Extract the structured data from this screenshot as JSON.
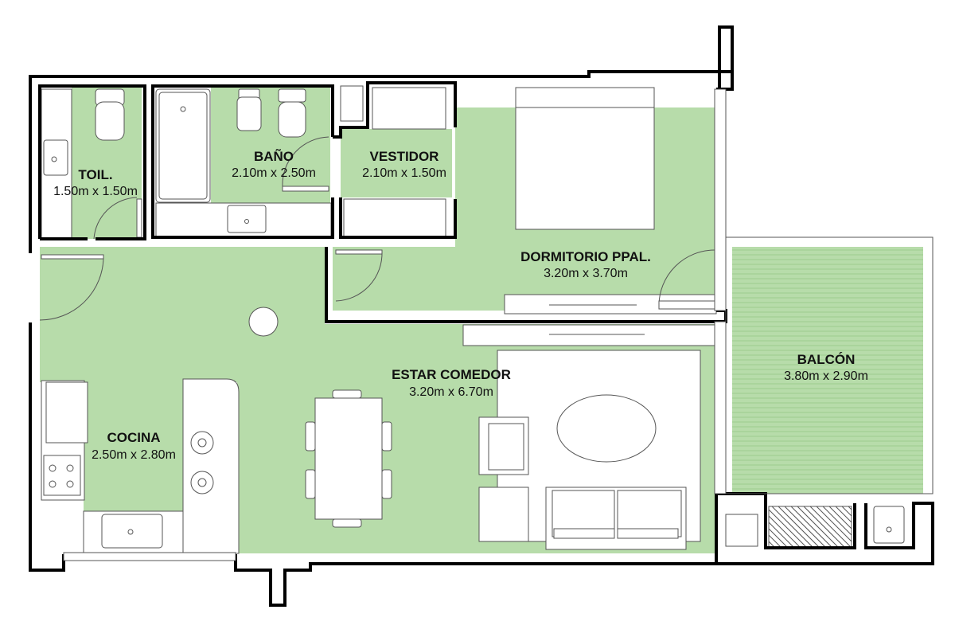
{
  "colors": {
    "floor": "#b7dcaa",
    "balcony": "#b7dcaa",
    "balcony_slats": "#9ccb8d",
    "wall": "#000000",
    "furniture": "#ffffff"
  },
  "rooms": {
    "toilet": {
      "name": "TOIL.",
      "dims": "1.50m x 1.50m"
    },
    "bath": {
      "name": "BAÑO",
      "dims": "2.10m x 2.50m"
    },
    "closet": {
      "name": "VESTIDOR",
      "dims": "2.10m x 1.50m"
    },
    "bedroom": {
      "name": "DORMITORIO PPAL.",
      "dims": "3.20m x 3.70m"
    },
    "living": {
      "name": "ESTAR COMEDOR",
      "dims": "3.20m x 6.70m"
    },
    "kitchen": {
      "name": "COCINA",
      "dims": "2.50m x 2.80m"
    },
    "balcony": {
      "name": "BALCÓN",
      "dims": "3.80m x 2.90m"
    }
  }
}
